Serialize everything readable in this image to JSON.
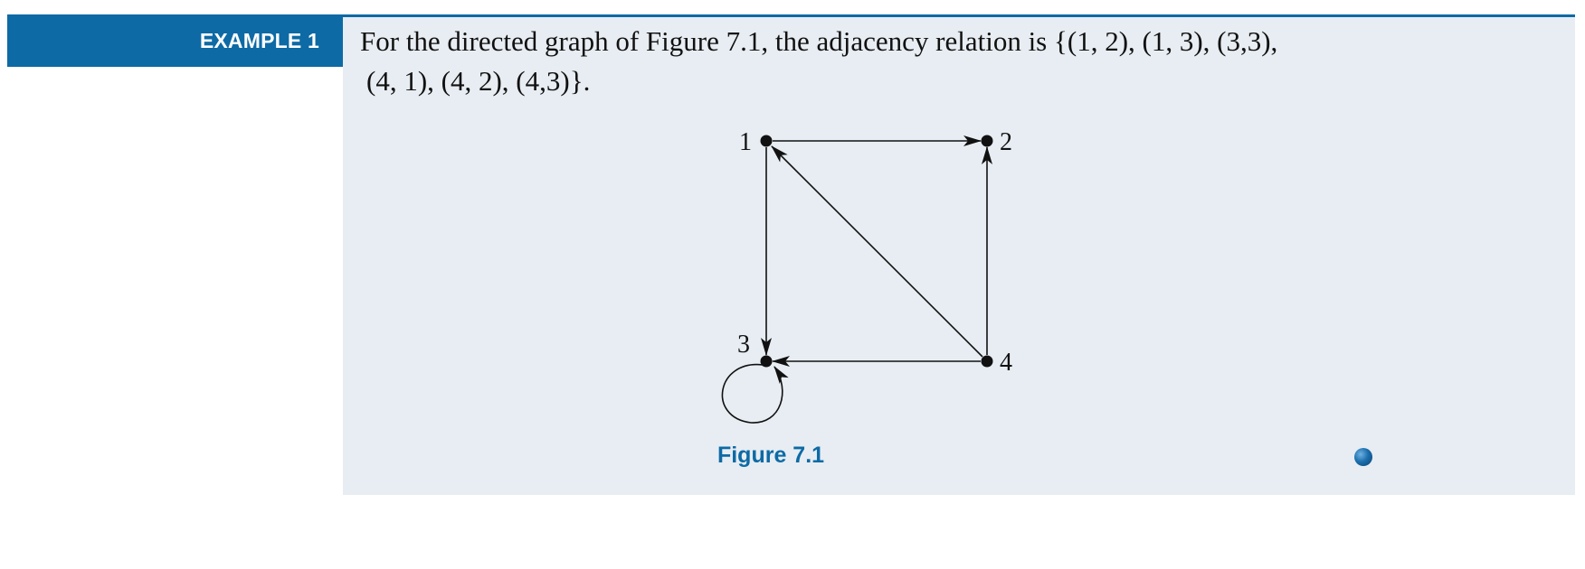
{
  "example": {
    "label": "EXAMPLE 1",
    "statement_line1": "For the directed graph of Figure 7.1, the adjacency relation is {(1, 2), (1, 3), (3,3),",
    "statement_line2": "(4, 1), (4, 2), (4,3)}."
  },
  "figure": {
    "caption": "Figure 7.1",
    "nodes": [
      {
        "id": "1",
        "label": "1"
      },
      {
        "id": "2",
        "label": "2"
      },
      {
        "id": "3",
        "label": "3"
      },
      {
        "id": "4",
        "label": "4"
      }
    ],
    "edges": [
      {
        "from": "1",
        "to": "2"
      },
      {
        "from": "1",
        "to": "3"
      },
      {
        "from": "3",
        "to": "3"
      },
      {
        "from": "4",
        "to": "1"
      },
      {
        "from": "4",
        "to": "2"
      },
      {
        "from": "4",
        "to": "3"
      }
    ]
  },
  "colors": {
    "accent": "#0d6aa5",
    "panel": "#e7edf2"
  }
}
